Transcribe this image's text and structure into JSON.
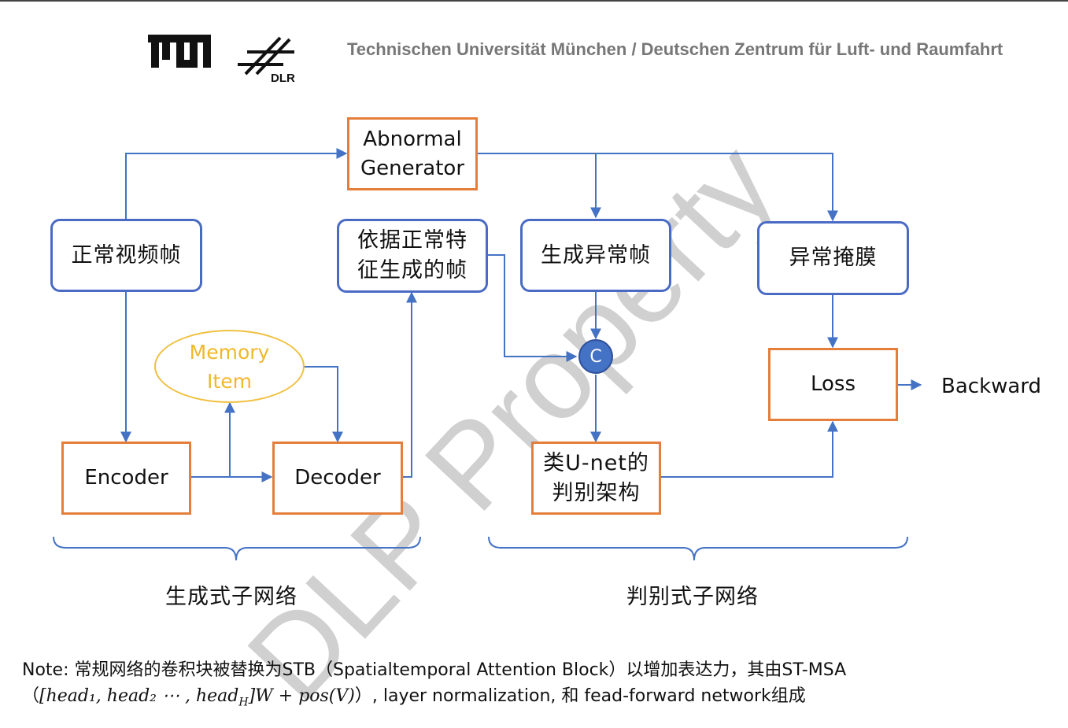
{
  "header": {
    "institution_text": "Technischen Universität München / Deutschen Zentrum für Luft- und Raumfahrt",
    "dlr_logo_text": "DLR"
  },
  "watermark": "DLP Property",
  "nodes": {
    "abnormal_generator": [
      "Abnormal",
      "Generator"
    ],
    "normal_frame": "正常视频帧",
    "generated_frame": [
      "依据正常特",
      "征生成的帧"
    ],
    "abnormal_frame": "生成异常帧",
    "abnormal_mask": "异常掩膜",
    "memory_item": [
      "Memory",
      "Item"
    ],
    "encoder": "Encoder",
    "decoder": "Decoder",
    "concat": "C",
    "unet_discriminator": [
      "类U-net的",
      "判别架构"
    ],
    "loss": "Loss",
    "backward": "Backward"
  },
  "groups": {
    "generator_subnet": "生成式子网络",
    "discriminator_subnet": "判别式子网络"
  },
  "note": {
    "line1": "Note: 常规网络的卷积块被替换为STB（Spatialtemporal Attention Block）以增加表达力，其由ST-MSA",
    "line2_prefix": "（",
    "line2_math": "[head₁, head₂ ⋯ , head",
    "line2_math_sub": "H",
    "line2_math_rest": "]W + pos(V)",
    "line2_suffix": "）, layer normalization, 和 fead-forward network组成"
  },
  "colors": {
    "blue_border": "#4a6bc4",
    "orange_border": "#e57e3b",
    "memory_yellow": "#f0c040",
    "connector": "#4472c4",
    "concat_fill": "#4472c4"
  }
}
